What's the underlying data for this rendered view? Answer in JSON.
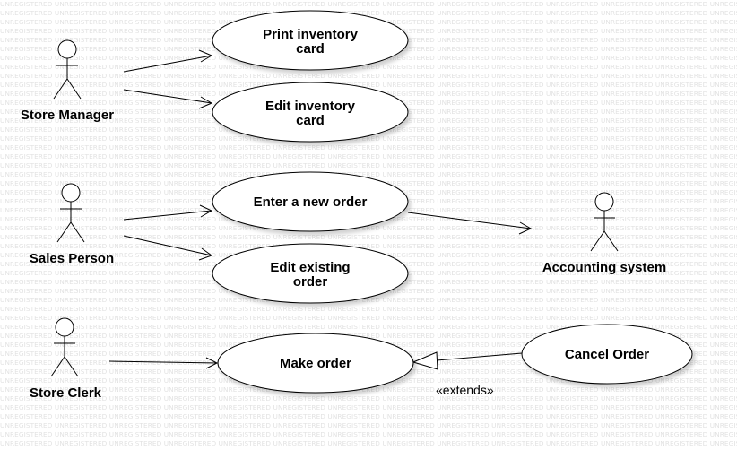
{
  "watermark_text": "UNREGISTERED",
  "actors": {
    "store_manager": "Store Manager",
    "sales_person": "Sales Person",
    "store_clerk": "Store Clerk",
    "accounting_system": "Accounting system"
  },
  "use_cases": {
    "print_inventory_card": [
      "Print inventory",
      "card"
    ],
    "edit_inventory_card": [
      "Edit inventory",
      "card"
    ],
    "enter_new_order": [
      "Enter a new order"
    ],
    "edit_existing_order": [
      "Edit existing",
      "order"
    ],
    "make_order": [
      "Make order"
    ],
    "cancel_order": [
      "Cancel Order"
    ]
  },
  "relations": {
    "extends_label": "«extends»"
  }
}
